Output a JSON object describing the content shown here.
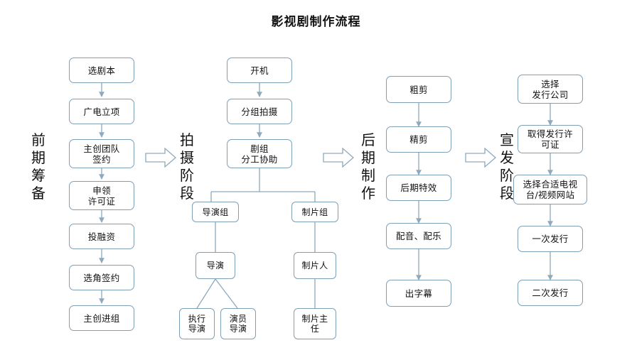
{
  "title": "影视剧制作流程",
  "theme": {
    "box_border": "#7f9fb5",
    "box_fill": "#ffffff",
    "connector": "#8fa9bd",
    "arrow_outline": "#8fa9bd",
    "text": "#111111",
    "background": "#ffffff"
  },
  "stages": [
    {
      "id": "pre-production",
      "label_chars": [
        "前",
        "期",
        "筹",
        "备"
      ],
      "nodes": [
        {
          "id": "n1",
          "text": "选剧本"
        },
        {
          "id": "n2",
          "text": "广电立项"
        },
        {
          "id": "n3",
          "text": "主创团队\n签约",
          "line1": "主创团队",
          "line2": "签约"
        },
        {
          "id": "n4",
          "text": "申领\n许可证",
          "line1": "申领",
          "line2": "许可证"
        },
        {
          "id": "n5",
          "text": "投融资"
        },
        {
          "id": "n6",
          "text": "选角签约"
        },
        {
          "id": "n7",
          "text": "主创进组"
        }
      ]
    },
    {
      "id": "shooting",
      "label_chars": [
        "拍",
        "摄",
        "阶",
        "段"
      ],
      "nodes": [
        {
          "id": "s1",
          "text": "开机"
        },
        {
          "id": "s2",
          "text": "分组拍摄"
        },
        {
          "id": "s3",
          "text": "剧组\n分工协助",
          "line1": "剧组",
          "line2": "分工协助"
        },
        {
          "id": "s4",
          "text": "导演组"
        },
        {
          "id": "s5",
          "text": "制片组"
        },
        {
          "id": "s6",
          "text": "导演"
        },
        {
          "id": "s7",
          "text": "制片人"
        },
        {
          "id": "s8",
          "text": "执行\n导演",
          "line1": "执行",
          "line2": "导演"
        },
        {
          "id": "s9",
          "text": "演员\n导演",
          "line1": "演员",
          "line2": "导演"
        },
        {
          "id": "s10",
          "text": "制片主\n任",
          "line1": "制片主",
          "line2": "任"
        }
      ]
    },
    {
      "id": "post-production",
      "label_chars": [
        "后",
        "期",
        "制",
        "作"
      ],
      "nodes": [
        {
          "id": "p1",
          "text": "粗剪"
        },
        {
          "id": "p2",
          "text": "精剪"
        },
        {
          "id": "p3",
          "text": "后期特效"
        },
        {
          "id": "p4",
          "text": "配音、配乐"
        },
        {
          "id": "p5",
          "text": "出字幕"
        }
      ]
    },
    {
      "id": "distribution",
      "label_chars": [
        "宣",
        "发",
        "阶",
        "段"
      ],
      "nodes": [
        {
          "id": "d1",
          "text": "选择\n发行公司",
          "line1": "选择",
          "line2": "发行公司"
        },
        {
          "id": "d2",
          "text": "取得发行许\n可证",
          "line1": "取得发行许",
          "line2": "可证"
        },
        {
          "id": "d3",
          "text": "选择合适电视\n台/视频网站",
          "line1": "选择合适电视",
          "line2": "台/视频网站"
        },
        {
          "id": "d4",
          "text": "一次发行"
        },
        {
          "id": "d5",
          "text": "二次发行"
        }
      ]
    }
  ],
  "stage_arrows": [
    {
      "id": "arrow-1",
      "name": "stage-arrow-pre-to-shooting"
    },
    {
      "id": "arrow-2",
      "name": "stage-arrow-shooting-to-post"
    },
    {
      "id": "arrow-3",
      "name": "stage-arrow-post-to-distribution"
    }
  ]
}
